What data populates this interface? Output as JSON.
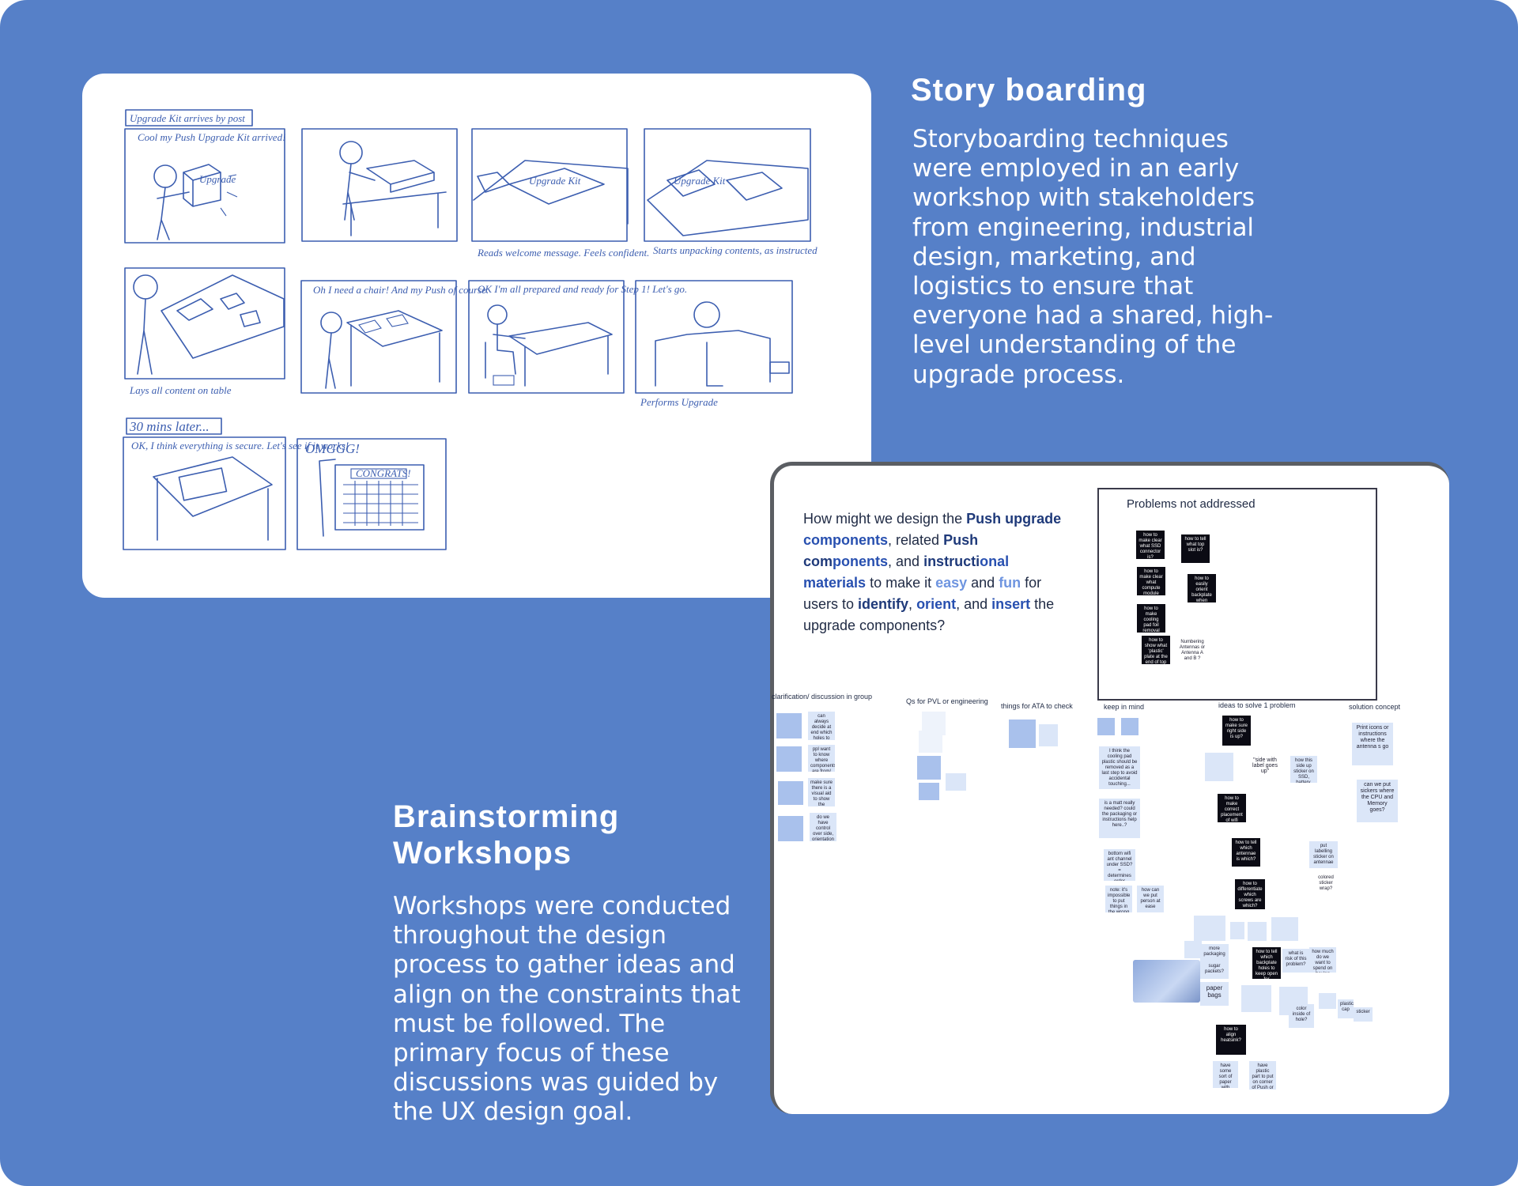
{
  "storyboarding": {
    "title": "Story boarding",
    "description": "Storyboarding techniques were employed in an early workshop with stakeholders from engineering, industrial design, marketing, and logistics to ensure that everyone had a shared, high-level understanding of the upgrade process.",
    "panels": [
      {
        "caption_top": "Upgrade Kit arrives by post",
        "speech": "Cool my Push Upgrade Kit arrived!",
        "box_label": "Upgrade"
      },
      {
        "caption_top": "",
        "speech": ""
      },
      {
        "box_label": "Upgrade Kit",
        "caption_bottom": "Reads welcome message. Feels confident."
      },
      {
        "box_label": "Upgrade Kit",
        "caption_bottom": "Starts unpacking contents, as instructed"
      },
      {
        "caption_bottom": "Lays all content on table"
      },
      {
        "speech": "Oh I need a chair! And my Push of course."
      },
      {
        "speech": "OK I'm all prepared and ready for Step 1! Let's go."
      },
      {
        "caption_bottom": "Performs Upgrade"
      },
      {
        "caption_top": "30 mins later...",
        "speech": "OK, I think everything is secure. Let's see if it works!"
      },
      {
        "speech": "OMGGG!",
        "screen_label": "CONGRATS!"
      }
    ]
  },
  "brainstorming": {
    "title": "Brainstorming Workshops",
    "description": "Workshops were conducted throughout the design process to gather ideas and align on the constraints that must be followed. The primary focus of these discussions was guided by the UX design goal."
  },
  "whiteboard": {
    "question": {
      "t1": "How might we design the ",
      "b1": "Push",
      "t2": " ",
      "b2": "upgrade",
      "t3": " ",
      "b3": "components",
      "t4": ", related ",
      "b4": "Push com",
      "b4b": "ponents",
      "t5": ", and ",
      "b5": "instructi",
      "b5b": "onal materials",
      "t6": " to make it ",
      "b6": "easy",
      "t7": " and ",
      "b7": "fun",
      "t8": " for users to ",
      "b8": "identify",
      "t9": ", ",
      "b9": "orient",
      "t10": ", and ",
      "b10": "insert",
      "t11": " the upgrade components?"
    },
    "problems_title": "Problems not addressed",
    "problem_notes": [
      "how to make clear what SSD connector is?",
      "how to tell what top slot is?",
      "how to make clear what compute module connector is?",
      "how to easily orient backplate when putting back on",
      "how to make cooling pad foil removal sticker distinguishable?",
      "how to show what 'plastic' plate at the end of top wifi antennae is?",
      "Numbering Antennas or Antenna A and B ?"
    ],
    "column_labels": [
      "clarification/ discussion in group",
      "Qs for PVL or engineering",
      "things for ATA to check",
      "keep in mind",
      "ideas to solve 1 problem",
      "solution concept"
    ],
    "clarification_notes": [
      "can always decide at end which holes to put into backplate",
      "ppl want to know where components are from/ specs",
      "make sure there is a visual aid to show the orientation",
      "do we have control over side, orientation of Intel sticker?"
    ],
    "keep_in_mind_notes": [
      "I think the cooling pad plastic should be removed as a last step to avoid accidental touching...",
      "is a matt really needed? could the packaging or instructions help here..?",
      "bottom wifi ant channel under SSD? = determines order",
      "note: it's impossible to put things in the wrong way",
      "how can we put person at ease"
    ],
    "ideas_notes": [
      "how to make sure right side is up?",
      "\"side with label goes up\"",
      "how this side up sticker on SSD, battery, and CM",
      "how to make correct placement of wifi antennae?",
      "how to tell which antennae is which?",
      "put labelling sticker on antennae",
      "colored sticker wrap?",
      "how to differentiate which screws are which?",
      "more packaging",
      "sugar packets?",
      "paper bags",
      "how to tell which backplate holes to keep open for features?",
      "what is risk of this problem?",
      "how much do we want to spend on having less confusion",
      "color inside of hole?",
      "plastic cap",
      "sticker",
      "how to align heatsink?",
      "have some sort of paper with guide to lay down first.",
      "have plastic part to put on corner of Push or accent font that makes positioning easy"
    ],
    "solution_notes": [
      "Print icons or instructions where the antenna s go",
      "can we put sickers where the CPU and Memory goes?"
    ]
  }
}
